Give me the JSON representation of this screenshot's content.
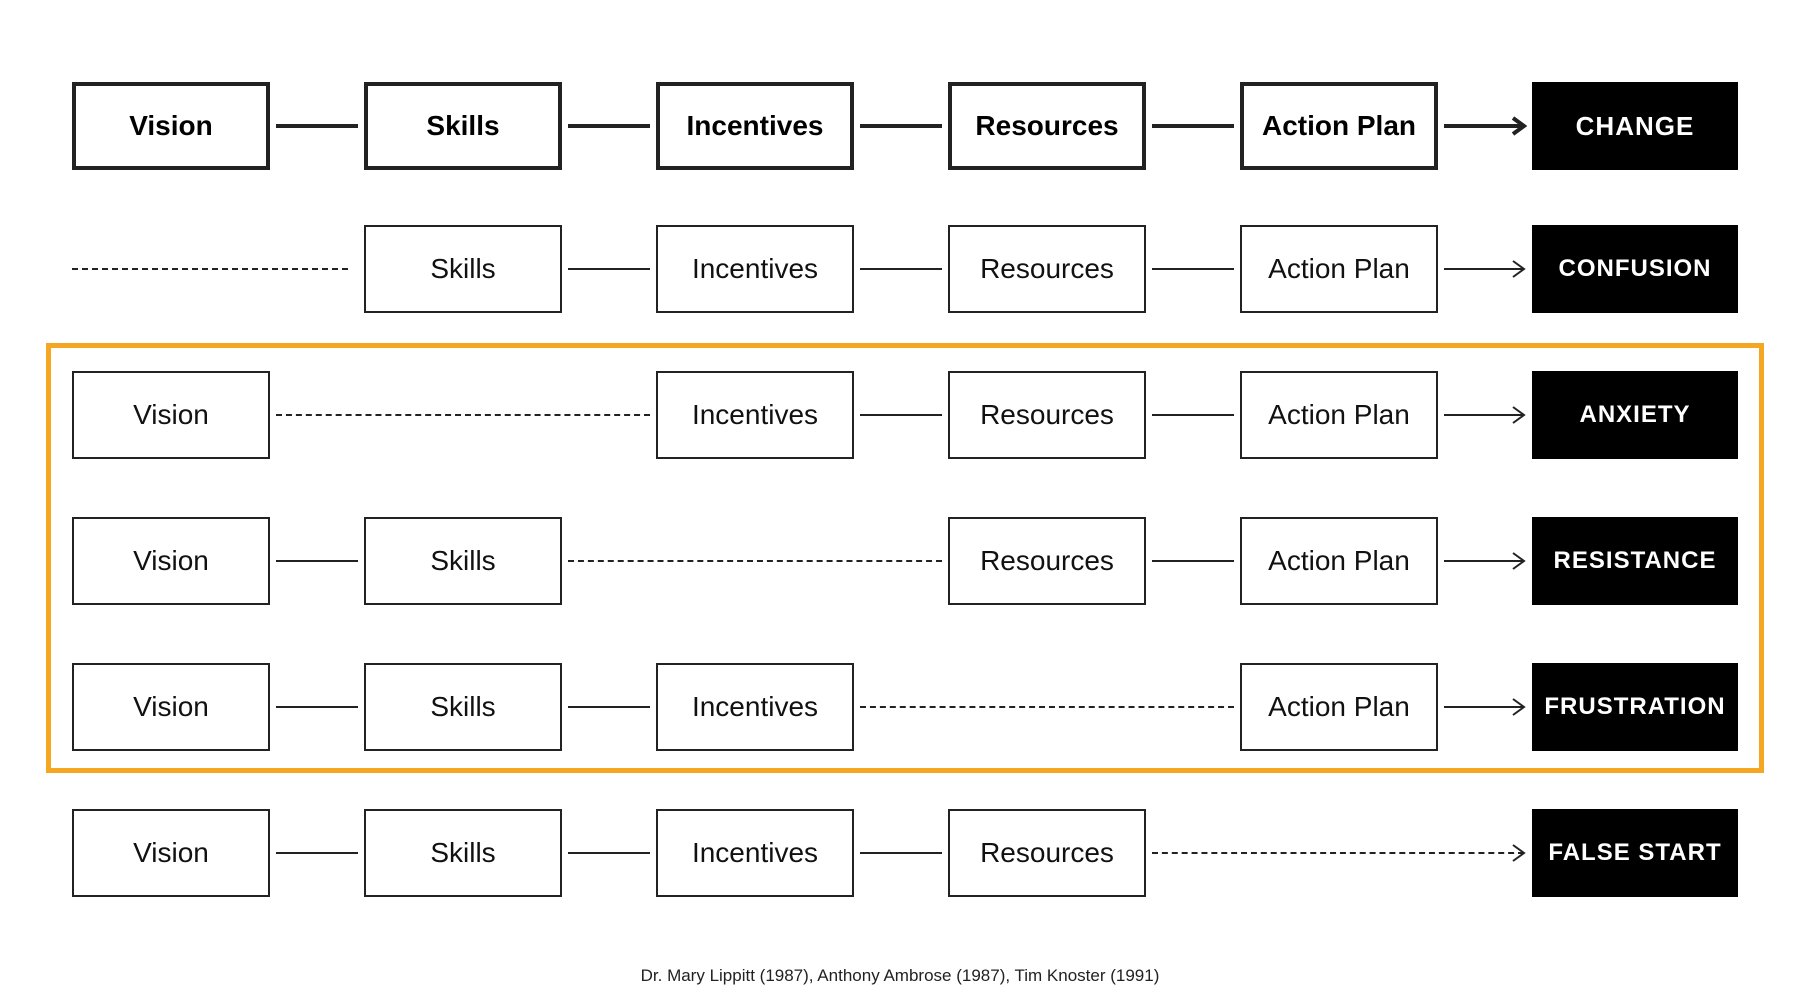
{
  "colors": {
    "highlight": "#f5a623",
    "outcome_bg": "#000000",
    "outcome_text": "#ffffff",
    "stroke": "#222222"
  },
  "rows": [
    {
      "cells": [
        "Vision",
        "Skills",
        "Incentives",
        "Resources",
        "Action Plan"
      ],
      "outcome": "CHANGE",
      "emphasis": true
    },
    {
      "cells": [
        null,
        "Skills",
        "Incentives",
        "Resources",
        "Action Plan"
      ],
      "outcome": "CONFUSION",
      "emphasis": false
    },
    {
      "cells": [
        "Vision",
        null,
        "Incentives",
        "Resources",
        "Action Plan"
      ],
      "outcome": "ANXIETY",
      "emphasis": false
    },
    {
      "cells": [
        "Vision",
        "Skills",
        null,
        "Resources",
        "Action Plan"
      ],
      "outcome": "RESISTANCE",
      "emphasis": false
    },
    {
      "cells": [
        "Vision",
        "Skills",
        "Incentives",
        null,
        "Action Plan"
      ],
      "outcome": "FRUSTRATION",
      "emphasis": false
    },
    {
      "cells": [
        "Vision",
        "Skills",
        "Incentives",
        "Resources",
        null
      ],
      "outcome": "FALSE START",
      "emphasis": false
    }
  ],
  "highlighted_rows": [
    2,
    3,
    4
  ],
  "citation": "Dr. Mary Lippitt (1987), Anthony Ambrose (1987), Tim Knoster (1991)"
}
